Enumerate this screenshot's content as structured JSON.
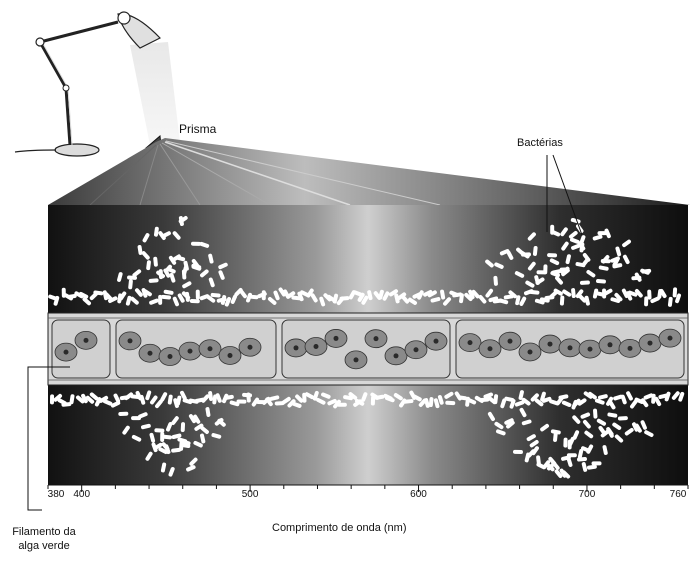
{
  "labels": {
    "prism": "Prisma",
    "bacteria": "Bactérias",
    "filament_line1": "Filamento da",
    "filament_line2": "alga verde",
    "axis_title": "Comprimento de onda (nm)"
  },
  "axis": {
    "min": 380,
    "max": 760,
    "tick_labels": [
      {
        "value": 380,
        "text": "380"
      },
      {
        "value": 400,
        "text": "400"
      },
      {
        "value": 500,
        "text": "500"
      },
      {
        "value": 600,
        "text": "600"
      },
      {
        "value": 700,
        "text": "700"
      },
      {
        "value": 760,
        "text": "760"
      }
    ],
    "minor_step": 20
  },
  "colors": {
    "panel_dark": "#141414",
    "panel_light": "#c8c8c8",
    "filament": "#cfcfcf",
    "cell": "#8a8a8a",
    "nucleus": "#2a2a2a",
    "bacteria": "#ffffff"
  }
}
